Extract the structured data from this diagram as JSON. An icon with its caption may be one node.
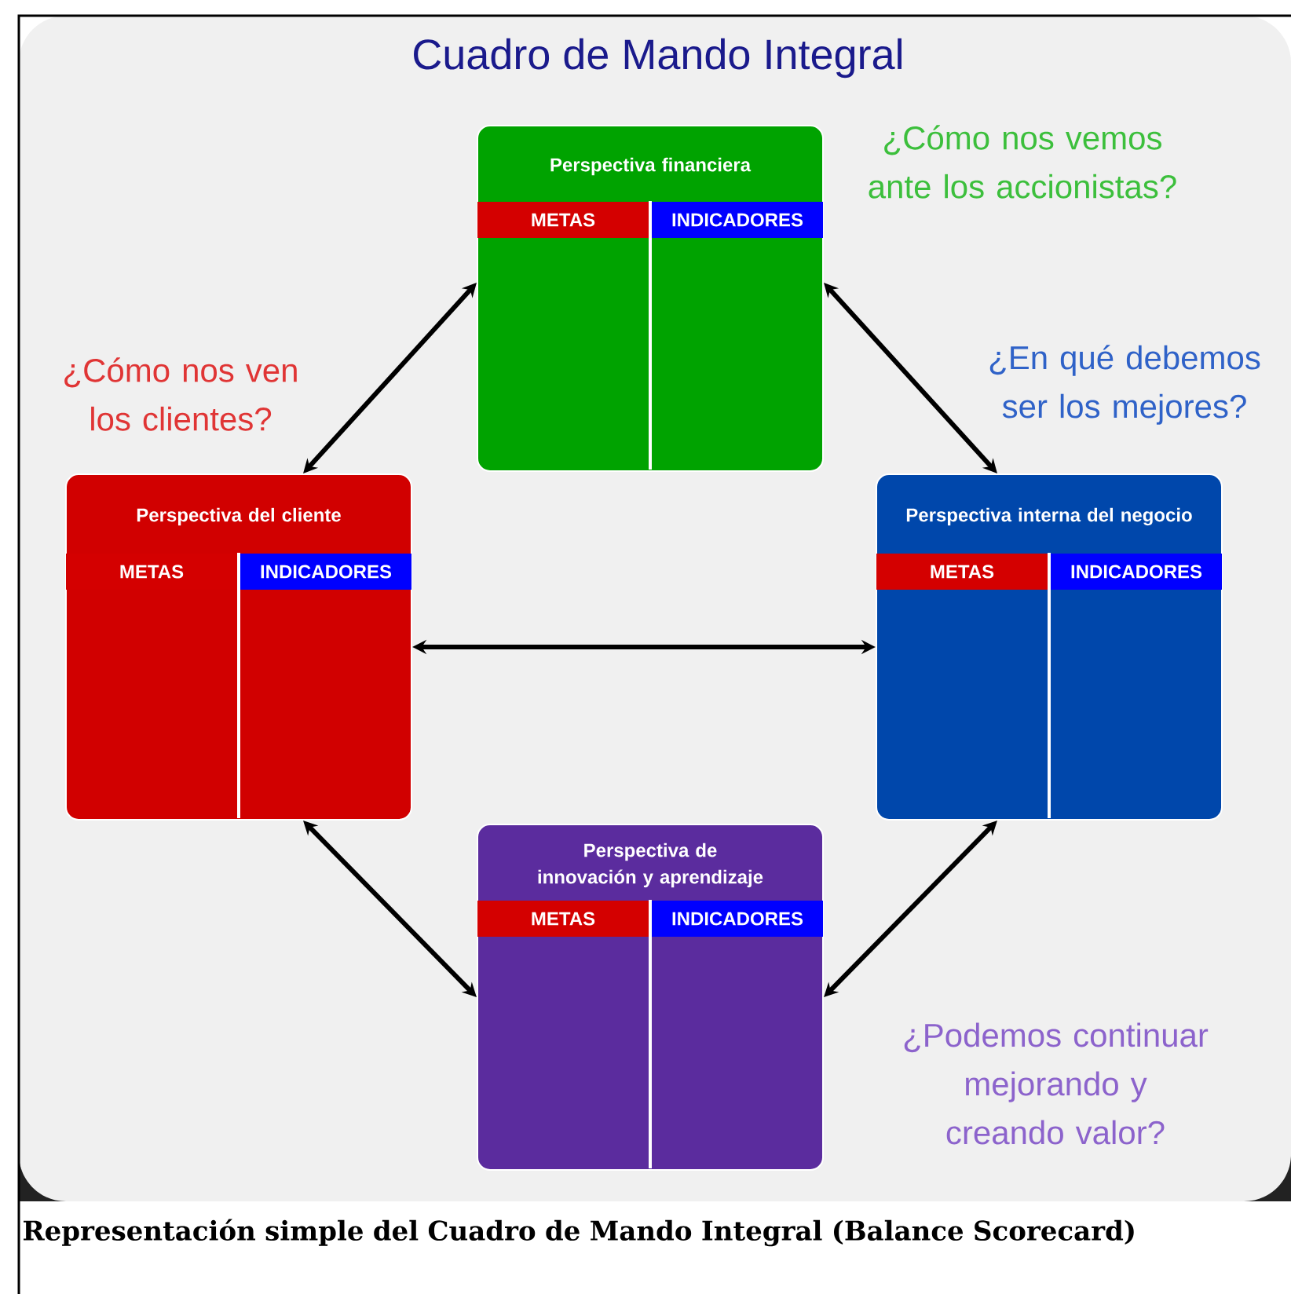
{
  "diagram": {
    "title": "Cuadro de Mando Integral",
    "caption": "Representación simple del Cuadro de Mando Integral (Balance Scorecard)",
    "nodes": [
      {
        "text": [
          "Perspectiva financiera",
          "METAS",
          "INDICADORES"
        ],
        "beside": [
          "¿Cómo nos vemos ante los accionistas?"
        ]
      },
      {
        "text": [
          "Perspectiva del cliente",
          "METAS",
          "INDICADORES"
        ],
        "beside": [
          "¿Cómo nos ven los clientes?"
        ]
      },
      {
        "text": [
          "Perspectiva interna del negocio",
          "METAS",
          "INDICADORES"
        ],
        "beside": [
          "¿En qué debemos ser los mejores?"
        ]
      },
      {
        "text": [
          "Perspectiva de innovación y aprendizaje",
          "METAS",
          "INDICADORES"
        ],
        "beside": [
          "¿Podemos continuar mejorando y creando valor?"
        ]
      }
    ],
    "edges": [
      {
        "from": 0,
        "to": 1,
        "arrow": "both"
      },
      {
        "from": 0,
        "to": 2,
        "arrow": "both"
      },
      {
        "from": 1,
        "to": 2,
        "arrow": "both"
      },
      {
        "from": 1,
        "to": 3,
        "arrow": "both"
      },
      {
        "from": 2,
        "to": 3,
        "arrow": "both"
      }
    ]
  }
}
